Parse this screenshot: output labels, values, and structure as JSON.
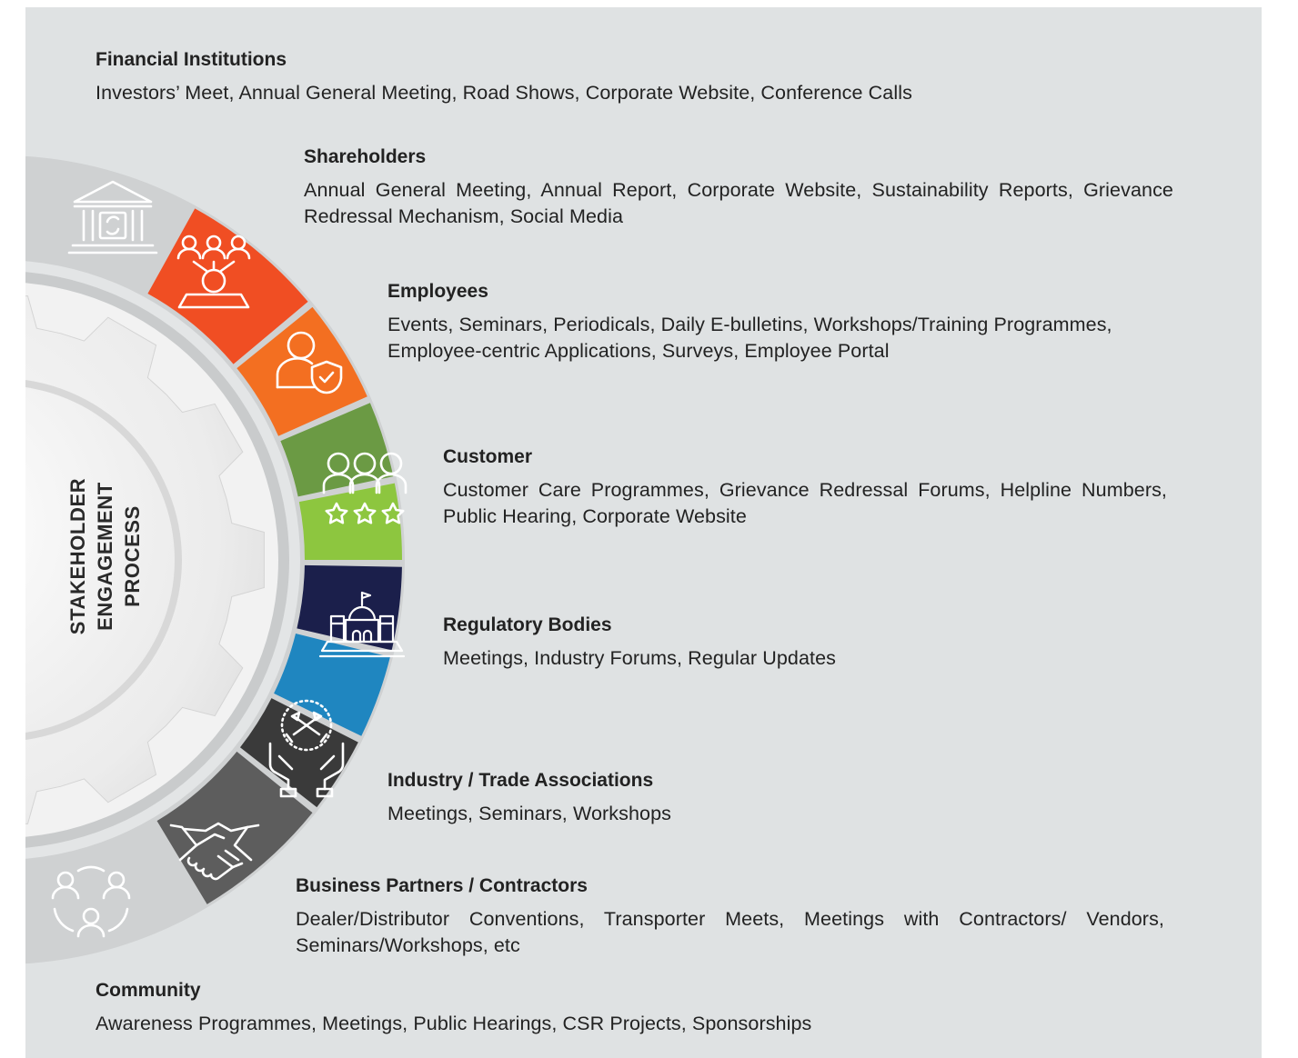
{
  "center_label": [
    "STAKEHOLDER",
    "ENGAGEMENT",
    "PROCESS"
  ],
  "stakeholders": [
    {
      "title": "Financial Institutions",
      "desc": "Investors’ Meet, Annual General Meeting, Road Shows, Corporate Website, Conference Calls",
      "color": "#f04e23",
      "icon": "bank-icon"
    },
    {
      "title": "Shareholders",
      "desc": "Annual General Meeting, Annual Report, Corporate Website, Sustainability Reports, Grievance Redressal Mechanism, Social Media",
      "color": "#f36f21",
      "icon": "shareholders-icon"
    },
    {
      "title": "Employees",
      "desc": "Events, Seminars, Periodicals, Daily E-bulletins, Workshops/Training Programmes, Employee-centric Applications, Surveys, Employee Portal",
      "color": "#6b9a44",
      "icon": "employee-shield-icon"
    },
    {
      "title": "Customer",
      "desc": "Customer Care Programmes, Grievance Redressal Forums, Helpline Numbers, Public Hearing, Corporate Website",
      "color": "#8dc63f",
      "icon": "customer-rating-icon"
    },
    {
      "title": "Regulatory Bodies",
      "desc": "Meetings, Industry Forums, Regular Updates",
      "color": "#1b1f4b",
      "icon": "government-building-icon"
    },
    {
      "title": "Industry / Trade Associations",
      "desc": "Meetings, Seminars, Workshops",
      "color": "#1f86c0",
      "icon": "hands-network-icon"
    },
    {
      "title": "Business Partners / Contractors",
      "desc": "Dealer/Distributor Conventions, Transporter Meets, Meetings with Contractors/ Vendors, Seminars/Workshops, etc",
      "color": "#3a3a3a",
      "icon": "handshake-icon"
    },
    {
      "title": "Community",
      "desc": "Awareness Programmes, Meetings, Public Hearings, CSR Projects, Sponsorships",
      "color": "#5d5d5d",
      "icon": "community-icon"
    }
  ]
}
